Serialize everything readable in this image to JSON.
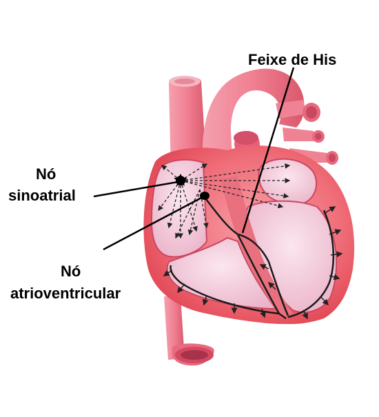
{
  "labels": {
    "bundle_of_his": "Feixe de His",
    "sa_node_line1": "Nó",
    "sa_node_line2": "sinoatrial",
    "av_node_line1": "Nó",
    "av_node_line2": "atrioventricular"
  },
  "colors": {
    "outer_muscle": "#ee5c69",
    "outer_muscle_dark": "#d93f4e",
    "vessel": "#f07f91",
    "vessel_shade": "#e0596f",
    "chamber_fill": "#f6cfe0",
    "chamber_border": "#c9485f",
    "node": "#000000",
    "text": "#000000"
  }
}
